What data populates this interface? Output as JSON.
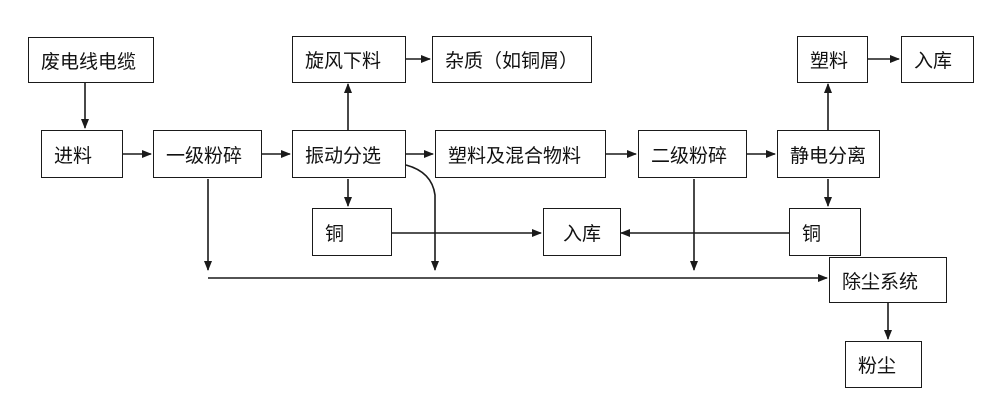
{
  "nodes": {
    "waste_cable": "废电线电缆",
    "feed": "进料",
    "primary_crush": "一级粉碎",
    "vibration_sort": "振动分选",
    "cyclone_discharge": "旋风下料",
    "impurities": "杂质（如铜屑）",
    "plastic_mix": "塑料及混合物料",
    "secondary_crush": "二级粉碎",
    "electrostatic_sep": "静电分离",
    "plastic": "塑料",
    "storage_top": "入库",
    "copper_left": "铜",
    "storage_mid": "入库",
    "copper_right": "铜",
    "dust_removal": "除尘系统",
    "dust": "粉尘"
  }
}
